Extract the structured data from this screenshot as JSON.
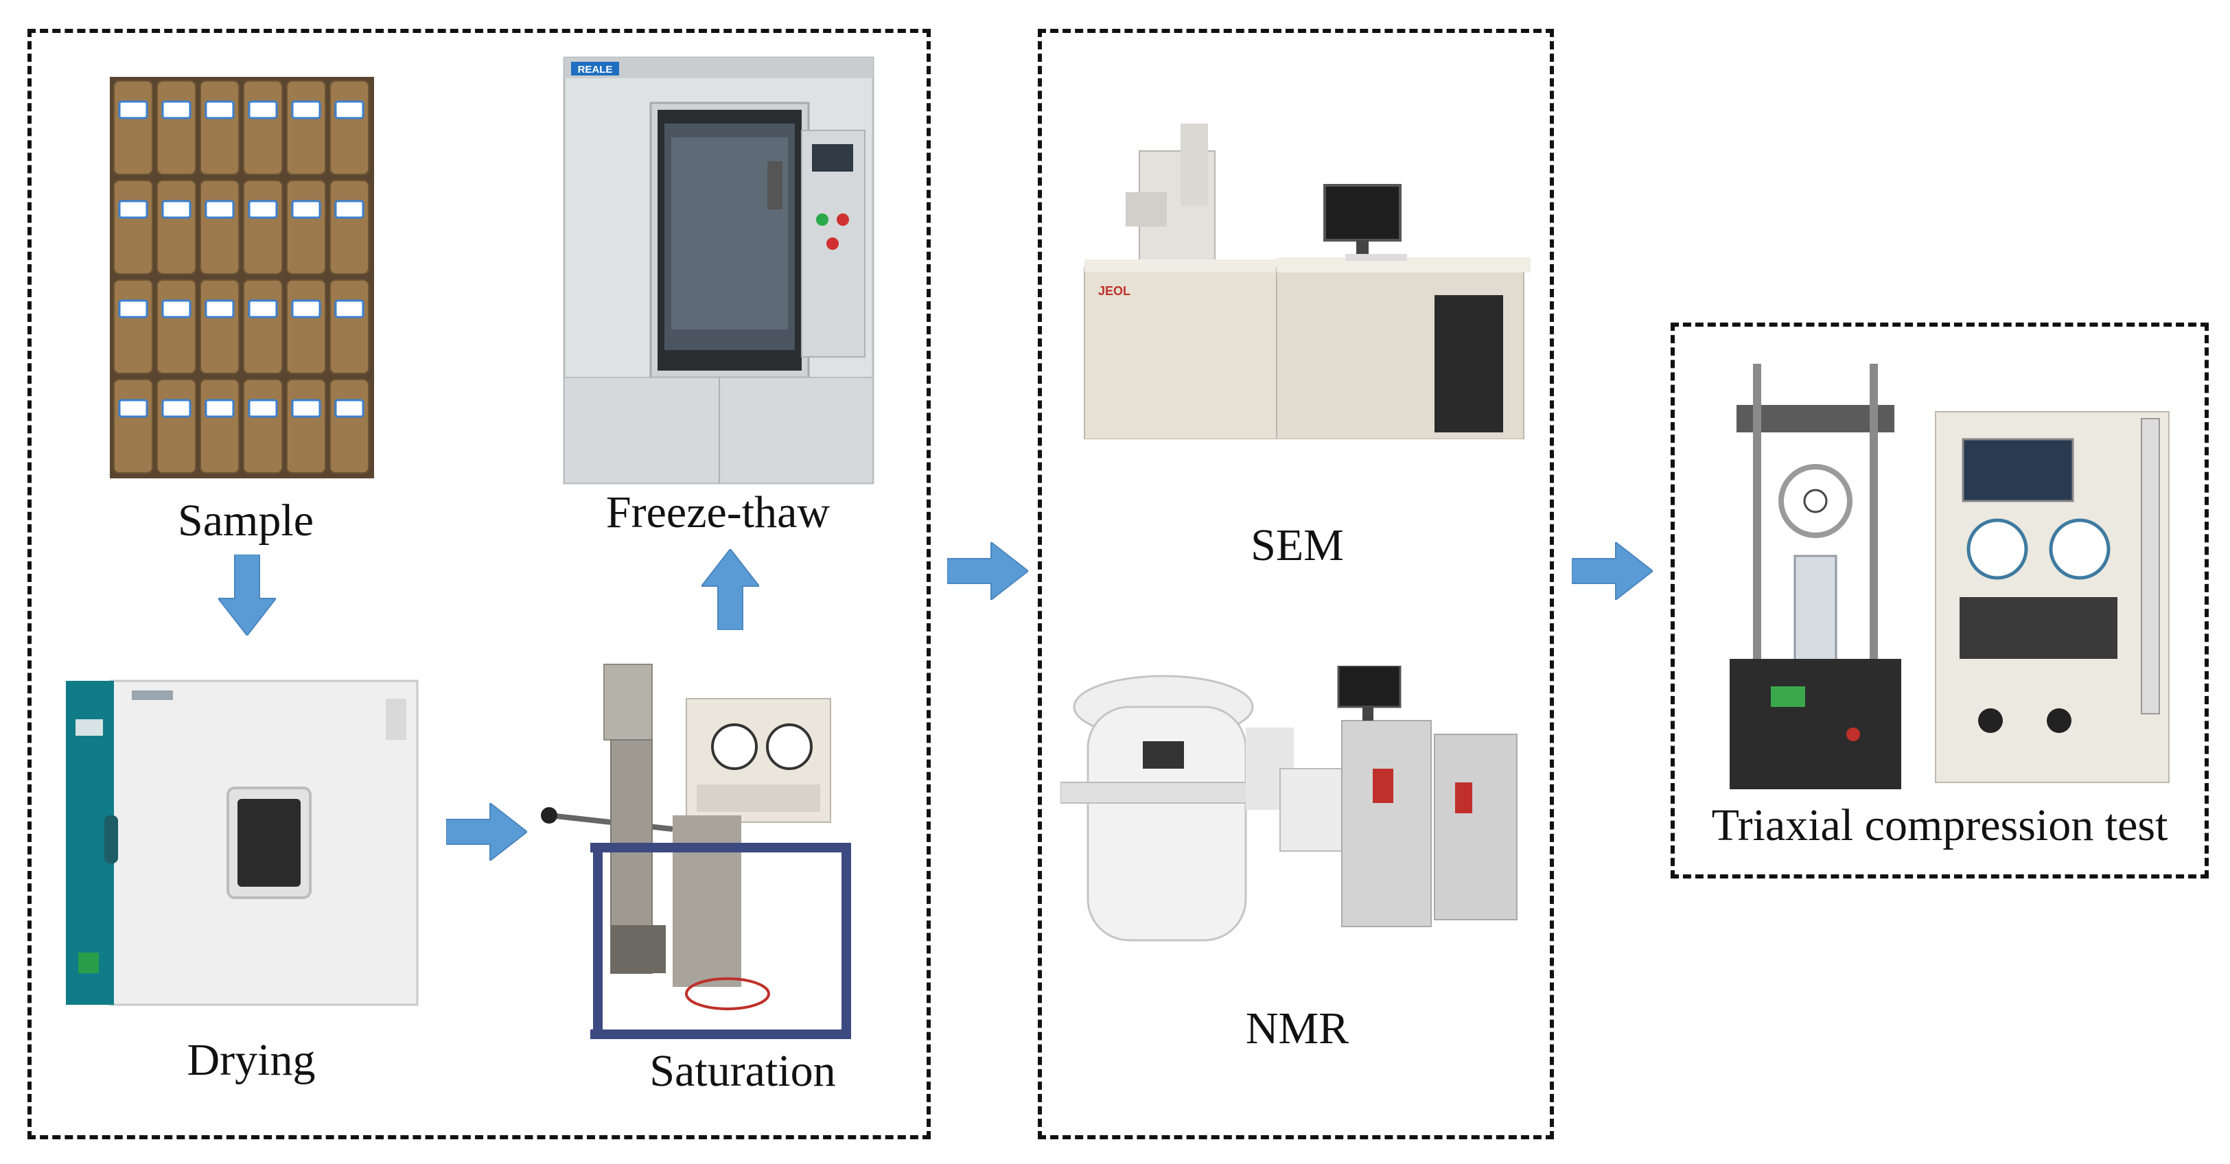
{
  "labels": {
    "sample": "Sample",
    "freeze_thaw": "Freeze-thaw",
    "drying": "Drying",
    "saturation": "Saturation",
    "sem": "SEM",
    "nmr": "NMR",
    "triaxial": "Triaxial compression test"
  },
  "equipment_text": {
    "chamber_brand": "REALE"
  },
  "colors": {
    "arrow": "#5b9bd5",
    "dash": "#111111"
  }
}
